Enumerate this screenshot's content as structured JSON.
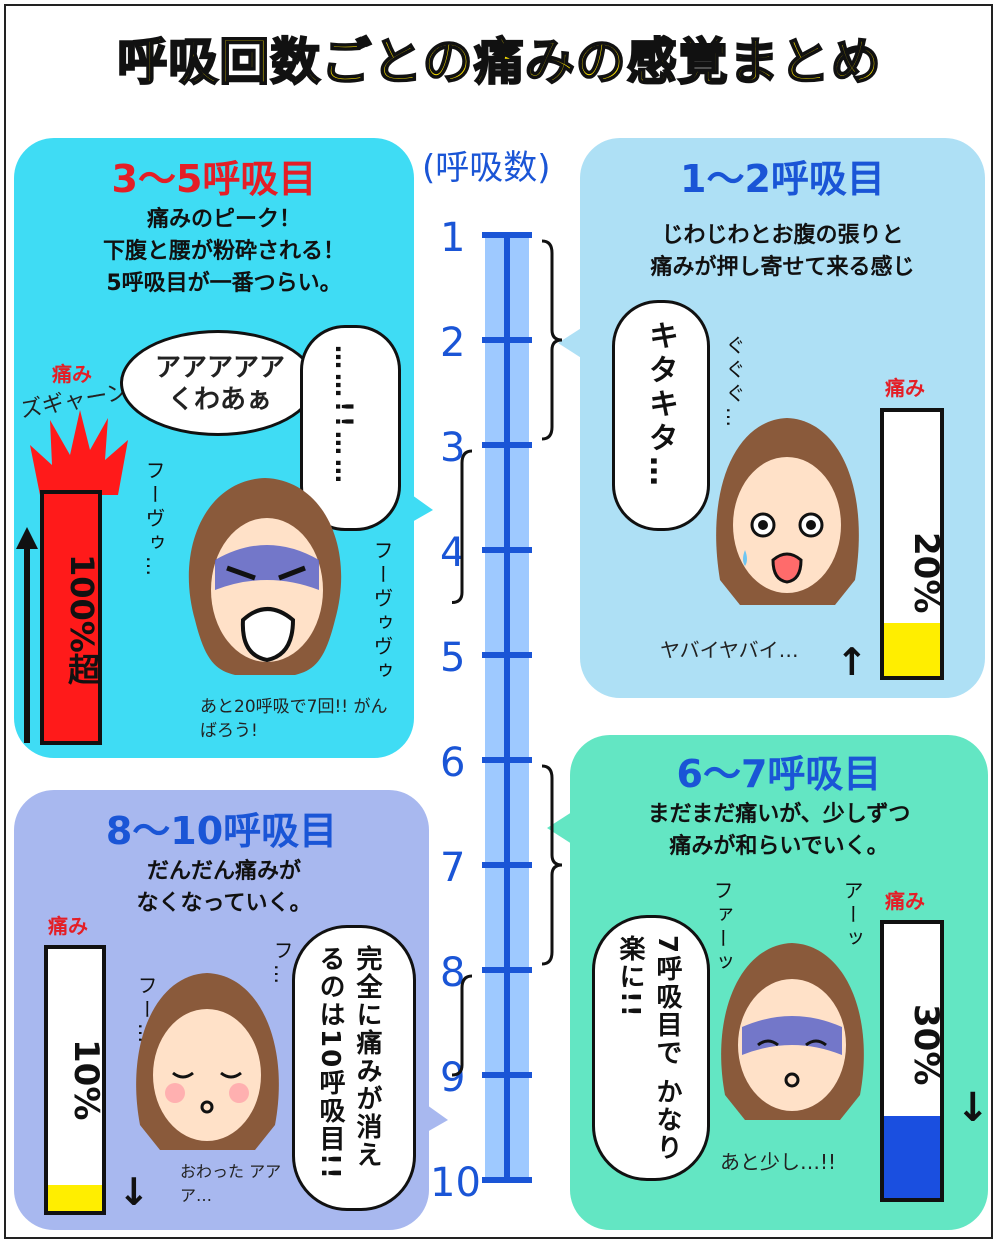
{
  "title": "呼吸回数ごとの痛みの感覚まとめ",
  "colors": {
    "panel_cyan": "#3fdcf4",
    "panel_lightblue": "#aee0f5",
    "panel_periwinkle": "#a8b8ef",
    "panel_mint": "#63e6c3",
    "head_red": "#e41e26",
    "head_blue": "#1a55d6",
    "bar_red": "#ff1a1a",
    "bar_yellow": "#ffee00",
    "bar_blue": "#1a4fe0",
    "scale_blue": "#1a55d6"
  },
  "axis": {
    "title": "(呼吸数)",
    "numbers": [
      "1",
      "2",
      "3",
      "4",
      "5",
      "6",
      "7",
      "8",
      "9",
      "10"
    ]
  },
  "panels": {
    "p35": {
      "heading": "3〜5呼吸目",
      "lines": [
        "痛みのピーク！",
        "下腹と腰が粉砕される！",
        "5呼吸目が一番つらい。"
      ],
      "pain_label": "痛み",
      "burst_text": "ズギャーン",
      "bar_text": "100%超",
      "level_percent": 100,
      "shout": "アアアアア くわあぁ",
      "dots": "……!!……",
      "breath_left": "フーヴゥ…",
      "breath_right": "フーヴゥヴゥ",
      "note": "あと20呼吸で7回!! がんばろう!"
    },
    "p12": {
      "heading": "1〜2呼吸目",
      "lines": [
        "じわじわとお腹の張りと",
        "痛みが押し寄せて来る感じ"
      ],
      "pain_label": "痛み",
      "bubble_text": "キタキタ…",
      "side_text": "ぐぐぐ…",
      "bar_text": "20%",
      "level_percent": 20,
      "note": "ヤバイヤバイ…"
    },
    "p67": {
      "heading": "6〜7呼吸目",
      "lines": [
        "まだまだ痛いが、少しずつ",
        "痛みが和らいでいく。"
      ],
      "pain_label": "痛み",
      "bubble_text": "7呼吸目で かなり楽に!!",
      "breath_left": "ファーッ",
      "breath_right": "アーッ",
      "bar_text": "30%",
      "level_percent": 30,
      "note": "あと少し…!!"
    },
    "p810": {
      "heading": "8〜10呼吸目",
      "lines": [
        "だんだん痛みが",
        "なくなっていく。"
      ],
      "pain_label": "痛み",
      "bubble_text": "完全に痛みが消えるのは10呼吸目!!",
      "breath_left": "フー…",
      "breath_right": "フ…",
      "bar_text": "10%",
      "level_percent": 10,
      "note": "おわった アアア…"
    }
  }
}
